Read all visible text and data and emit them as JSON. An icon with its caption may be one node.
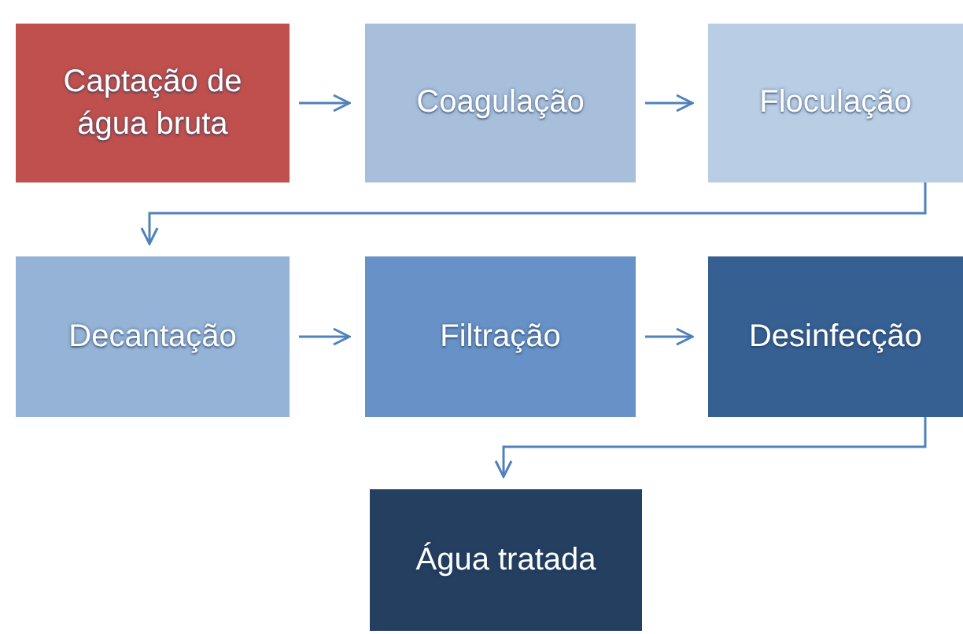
{
  "diagram": {
    "nodes": [
      {
        "text": [
          "Captação de água bruta"
        ]
      },
      {
        "text": [
          "Coagulação"
        ]
      },
      {
        "text": [
          "Floculação"
        ]
      },
      {
        "text": [
          "Decantação"
        ]
      },
      {
        "text": [
          "Filtração"
        ]
      },
      {
        "text": [
          "Desinfecção"
        ]
      },
      {
        "text": [
          "Água tratada"
        ]
      }
    ],
    "edges": [
      {
        "from": 0,
        "to": 1,
        "arrow": "to"
      },
      {
        "from": 1,
        "to": 2,
        "arrow": "to"
      },
      {
        "from": 2,
        "to": 3,
        "arrow": "to"
      },
      {
        "from": 3,
        "to": 4,
        "arrow": "to"
      },
      {
        "from": 4,
        "to": 5,
        "arrow": "to"
      },
      {
        "from": 5,
        "to": 6,
        "arrow": "to"
      }
    ]
  }
}
